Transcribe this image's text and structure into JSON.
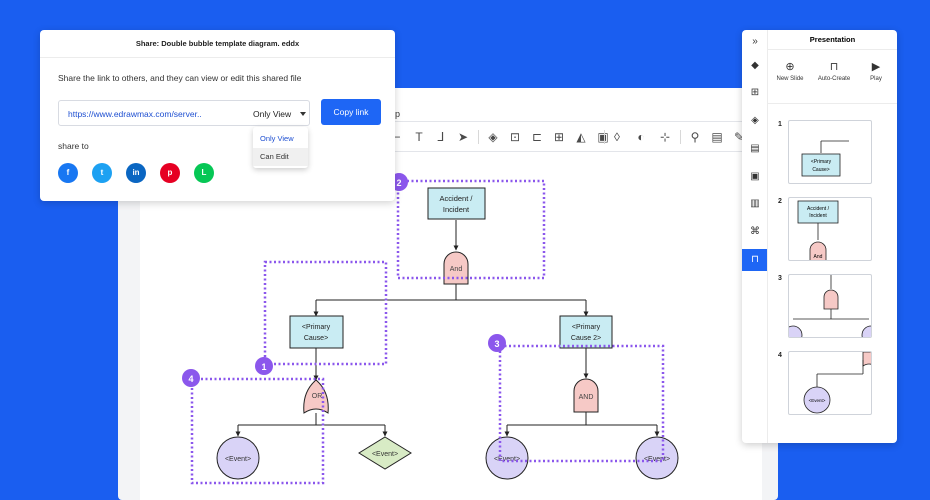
{
  "editor": {
    "menu_help": "lp"
  },
  "share": {
    "title": "Share: Double bubble template diagram. eddx",
    "description": "Share the link to others, and they can view or edit this shared file",
    "url": "https://www.edrawmax.com/server..",
    "permission": "Only View",
    "copy_label": "Copy link",
    "options": [
      "Only View",
      "Can Edit"
    ],
    "share_to_label": "share to",
    "socials": [
      {
        "name": "facebook-icon",
        "glyph": "f",
        "color": "#1877f2"
      },
      {
        "name": "twitter-icon",
        "glyph": "t",
        "color": "#1da1f2"
      },
      {
        "name": "linkedin-icon",
        "glyph": "in",
        "color": "#0a66c2"
      },
      {
        "name": "pinterest-icon",
        "glyph": "p",
        "color": "#e60023"
      },
      {
        "name": "line-icon",
        "glyph": "L",
        "color": "#06c755"
      }
    ]
  },
  "diagram": {
    "accident": [
      "Accident /",
      "Incident"
    ],
    "and_top": "And",
    "primary1": [
      "<Primary",
      "Cause>"
    ],
    "primary2": [
      "<Primary",
      "Cause 2>"
    ],
    "or_gate": "OR",
    "and_gate2": "AND",
    "event": "<Event>",
    "callouts": [
      "1",
      "2",
      "3",
      "4"
    ]
  },
  "presentation": {
    "title": "Presentation",
    "actions": [
      {
        "label": "New Slide",
        "icon": "⊕"
      },
      {
        "label": "Auto-Create",
        "icon": "⊓"
      },
      {
        "label": "Play",
        "icon": "▶"
      }
    ],
    "slides": [
      "1",
      "2",
      "3",
      "4"
    ],
    "thumb_text": {
      "primary": [
        "<Primary",
        "Cause>"
      ],
      "accident": [
        "Accident /",
        "Incident"
      ],
      "and": "And",
      "event": "<Event>"
    }
  }
}
